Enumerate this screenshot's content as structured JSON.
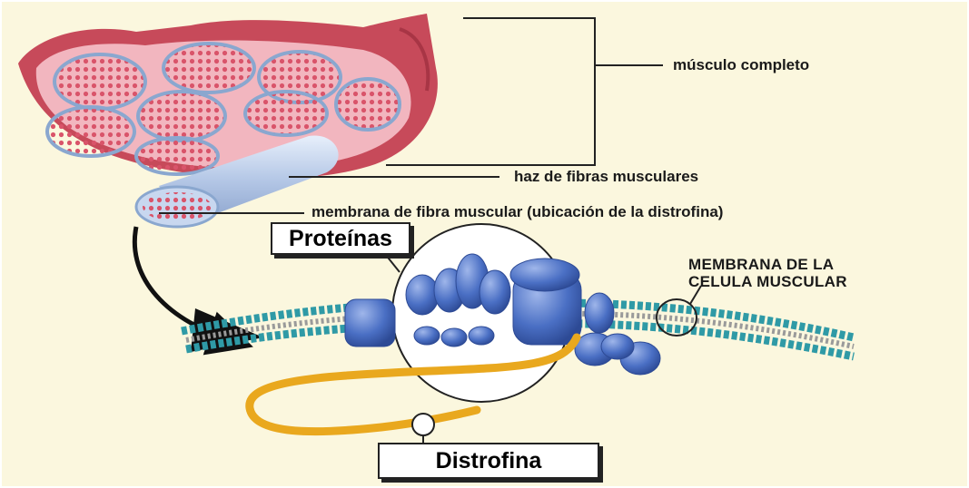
{
  "labels": {
    "whole_muscle": "músculo completo",
    "fiber_bundle": "haz de fibras musculares",
    "fiber_membrane": "membrana de fibra muscular (ubicación de la distrofina)",
    "proteins": "Proteínas",
    "cell_membrane": "MEMBRANA DE LA\nCELULA MUSCULAR",
    "dystrophin": "Distrofina"
  },
  "colors": {
    "muscle_outer": "#c74a5a",
    "muscle_inner": "#f2b6bf",
    "fascicle_border": "#8aa7cf",
    "fiber_dots": "#d9546a",
    "membrane_beads": "#2f9aa6",
    "protein_blue": "#4a6fc4",
    "dystrophin": "#e9a81e",
    "background_panel": "#fbf7de"
  }
}
